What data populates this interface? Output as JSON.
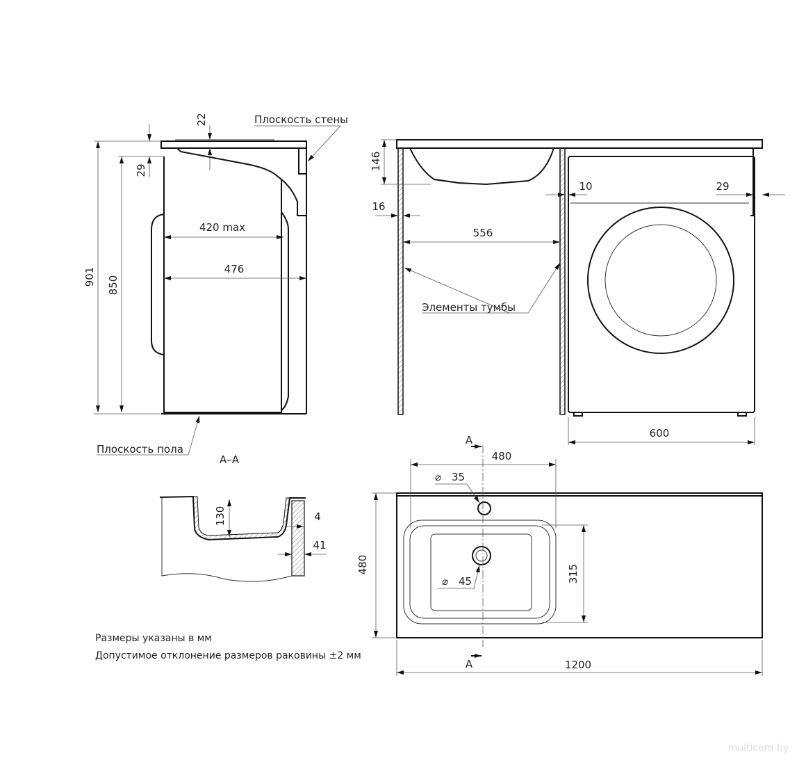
{
  "side_view": {
    "wall_plane_label": "Плоскость стены",
    "floor_plane_label": "Плоскость пола",
    "dim_901": "901",
    "dim_850": "850",
    "dim_29": "29",
    "dim_22": "22",
    "dim_420": "420 max",
    "dim_476": "476"
  },
  "front_view": {
    "dim_146": "146",
    "dim_16": "16",
    "dim_556": "556",
    "dim_10": "10",
    "dim_29": "29",
    "dim_600": "600",
    "cabinet_elements_label": "Элементы тумбы"
  },
  "section": {
    "title": "А–А",
    "dim_130": "130",
    "dim_4": "4",
    "dim_41": "41"
  },
  "top_view": {
    "section_mark_top": "А",
    "section_mark_bottom": "А",
    "dim_480_width": "480",
    "dim_480_depth": "480",
    "dim_35": "35",
    "dim_45": "45",
    "diameter_symbol": "⌀",
    "dim_315": "315",
    "dim_1200": "1200"
  },
  "notes": {
    "units": "Размеры указаны в мм",
    "tolerance": "Допустимое отклонение размеров раковины ±2 мм"
  },
  "watermark": "multicom.by"
}
